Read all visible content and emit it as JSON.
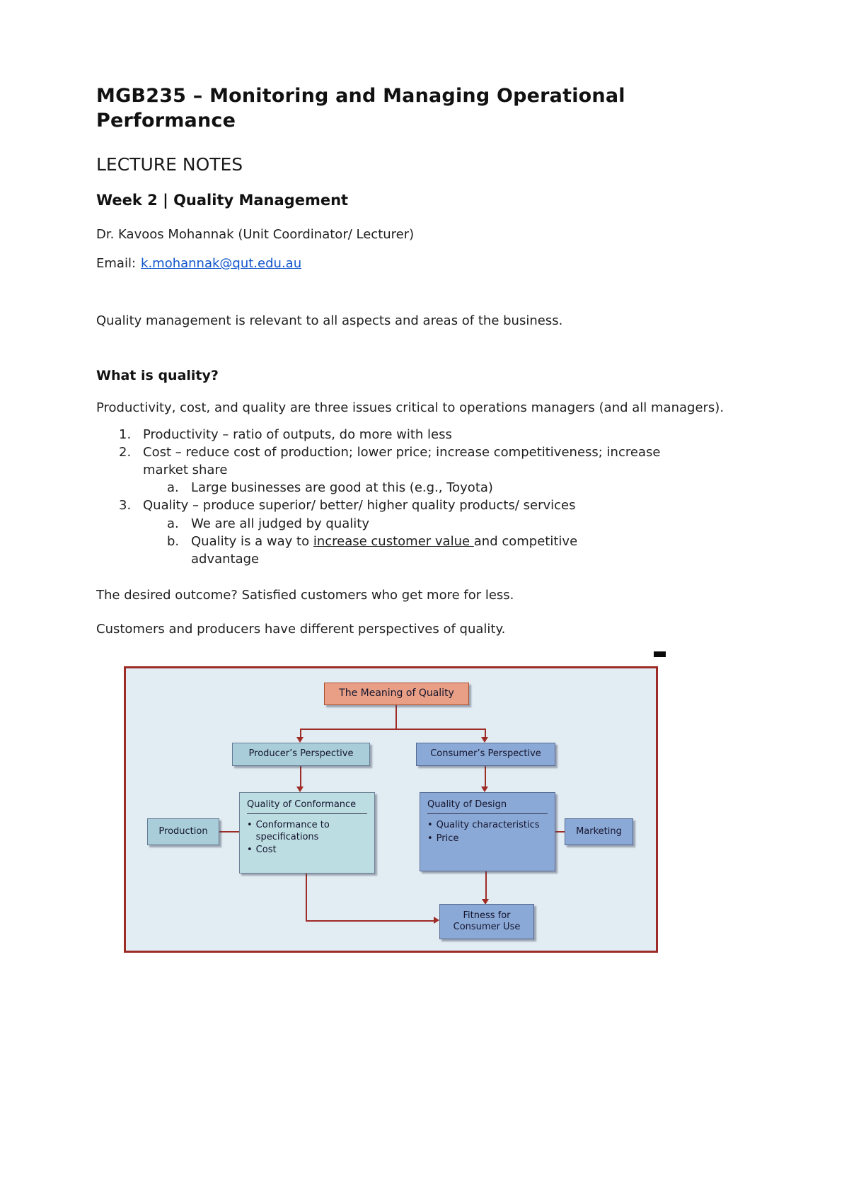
{
  "header": {
    "title": "MGB235 – Monitoring and Managing Operational Performance",
    "subtitle": "LECTURE NOTES",
    "week": "Week 2 | Quality Management",
    "lecturer": "Dr. Kavoos Mohannak (Unit Coordinator/ Lecturer)",
    "email_label": "Email:",
    "email_link": "k.mohannak@qut.edu.au"
  },
  "body": {
    "intro": "Quality management is relevant to all aspects and areas of the business.",
    "section_heading": "What is quality?",
    "section_lead": "Productivity, cost, and quality are three issues critical to operations managers (and all managers).",
    "list": {
      "item1_marker": "1.",
      "item1": "Productivity – ratio of outputs, do more with less",
      "item2_marker": "2.",
      "item2": "Cost – reduce cost of production; lower price; increase competitiveness; increase market share",
      "item2a_marker": "a.",
      "item2a": "Large businesses are good at this (e.g., Toyota)",
      "item3_marker": "3.",
      "item3": "Quality – produce superior/ better/ higher quality products/ services",
      "item3a_marker": "a.",
      "item3a": "We are all judged by quality",
      "item3b_marker": "b.",
      "item3b_prefix": "Quality is a way to ",
      "item3b_underlined": "increase customer value ",
      "item3b_suffix": "and competitive advantage"
    },
    "outcome": "The desired outcome? Satisfied customers who get more for less.",
    "perspectives": "Customers and producers have different perspectives of quality."
  },
  "diagram": {
    "bullet": "•",
    "meaning": "The Meaning of Quality",
    "producer": "Producer’s Perspective",
    "consumer": "Consumer’s Perspective",
    "conformance_title": "Quality of Conformance",
    "conformance_b1": "Conformance to specifications",
    "conformance_b2": "Cost",
    "design_title": "Quality of Design",
    "design_b1": "Quality characteristics",
    "design_b2": "Price",
    "production": "Production",
    "marketing": "Marketing",
    "fitness_line1": "Fitness for",
    "fitness_line2": "Consumer Use",
    "colors": {
      "frame_and_arrows": "#9e2b25",
      "background": "#e2edf3",
      "salmon_box": "#e99f85",
      "teal_box": "#a9ced9",
      "teal_light_box": "#bcdde2",
      "blue_box": "#8ba9d6",
      "link": "#1155cc"
    }
  }
}
